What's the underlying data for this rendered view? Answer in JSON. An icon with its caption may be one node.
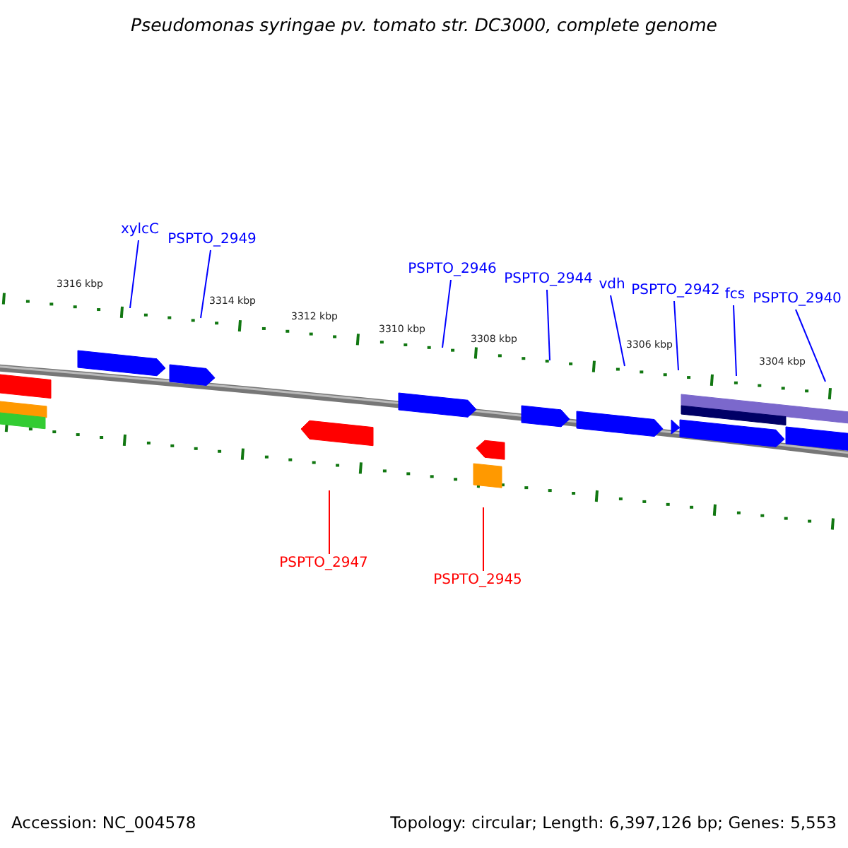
{
  "diagram": {
    "title": "Pseudomonas syringae pv. tomato str. DC3000, complete genome",
    "nodes": [
      {
        "text": [
          "xylcC"
        ]
      },
      {
        "text": [
          "PSPTO_2949"
        ]
      },
      {
        "text": [
          "PSPTO_2946"
        ]
      },
      {
        "text": [
          "PSPTO_2944"
        ]
      },
      {
        "text": [
          "vdh"
        ]
      },
      {
        "text": [
          "PSPTO_2942"
        ]
      },
      {
        "text": [
          "fcs"
        ]
      },
      {
        "text": [
          "PSPTO_2940"
        ]
      },
      {
        "text": [
          "PSPTO_2947"
        ]
      },
      {
        "text": [
          "PSPTO_2945"
        ]
      }
    ],
    "edges": [
      {
        "from": 0,
        "to": null,
        "arrow": "none"
      },
      {
        "from": 1,
        "to": null,
        "arrow": "none"
      },
      {
        "from": 2,
        "to": null,
        "arrow": "none"
      },
      {
        "from": 3,
        "to": null,
        "arrow": "none"
      },
      {
        "from": 4,
        "to": null,
        "arrow": "none"
      },
      {
        "from": 5,
        "to": null,
        "arrow": "none"
      },
      {
        "from": 6,
        "to": null,
        "arrow": "none"
      },
      {
        "from": 7,
        "to": null,
        "arrow": "none"
      },
      {
        "from": 8,
        "to": null,
        "arrow": "none",
        "color": "#ff0000"
      },
      {
        "from": 9,
        "to": null,
        "arrow": "none",
        "color": "#ff0000"
      }
    ],
    "labels": [
      "3316 kbp",
      "3314 kbp",
      "3312 kbp",
      "3310 kbp",
      "3308 kbp",
      "3306 kbp",
      "3304 kbp",
      "Accession: NC_004578",
      "Topology: circular; Length: 6,397,126 bp; Genes: 5,553"
    ]
  }
}
